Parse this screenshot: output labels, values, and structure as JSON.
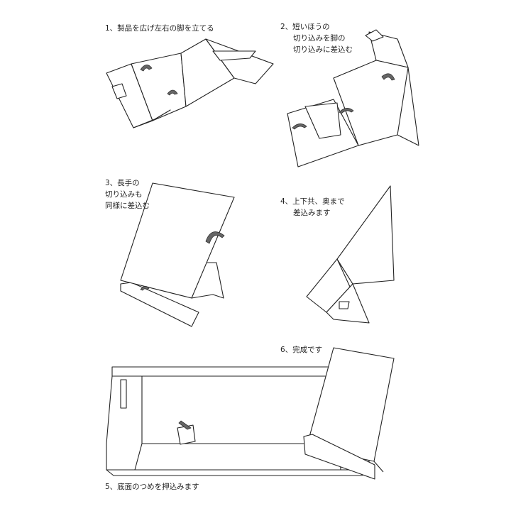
{
  "steps": [
    {
      "lines": [
        "1、製品を広げ左右の脚を立てる"
      ]
    },
    {
      "lines": [
        "2、短いほうの",
        "切り込みを脚の",
        "切り込みに差込む"
      ]
    },
    {
      "lines": [
        "3、長手の",
        "切り込みも",
        "同様に差込む"
      ]
    },
    {
      "lines": [
        "4、上下共、奥まで",
        "差込みます"
      ]
    },
    {
      "lines": [
        "5、底面のつめを押込みます"
      ]
    },
    {
      "lines": [
        "6、完成です"
      ]
    }
  ],
  "colors": {
    "line": "#222222",
    "arrow": "#666666",
    "background": "#ffffff"
  }
}
